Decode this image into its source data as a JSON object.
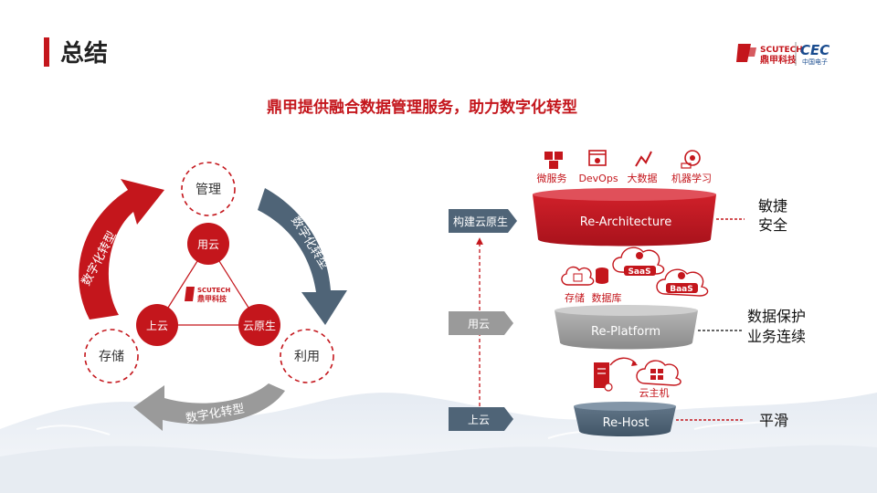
{
  "header": {
    "title": "总结",
    "logo_brand": "SCUTECH",
    "logo_cn": "鼎甲科技",
    "partner_logo": "CEC",
    "partner_cn": "中国电子",
    "accent_color": "#c4161c"
  },
  "subtitle": "鼎甲提供融合数据管理服务，助力数字化转型",
  "cycle": {
    "nodes": {
      "manage": "管理",
      "store": "存储",
      "use": "利用"
    },
    "arrows": {
      "left": "数字化转型",
      "right": "数字化转型",
      "bottom": "数字化转型"
    },
    "triangle": {
      "top": "用云",
      "left": "上云",
      "right": "云原生"
    },
    "center_logo": {
      "brand": "SCUTECH",
      "cn": "鼎甲科技"
    }
  },
  "stack": {
    "icons": [
      {
        "label": "微服务",
        "icon": "cubes-icon"
      },
      {
        "label": "DevOps",
        "icon": "devops-icon"
      },
      {
        "label": "大数据",
        "icon": "bigdata-chart-icon"
      },
      {
        "label": "机器学习",
        "icon": "machine-learning-gear-icon"
      }
    ],
    "levels": [
      {
        "left_label": "构建云原生",
        "title": "Re-Architecture",
        "right_lines": [
          "敏捷",
          "安全"
        ]
      },
      {
        "left_label": "用云",
        "title": "Re-Platform",
        "right_lines": [
          "数据保护",
          "业务连续"
        ]
      },
      {
        "left_label": "上云",
        "title": "Re-Host",
        "right_lines": [
          "平滑"
        ]
      }
    ],
    "mid_icons": {
      "storage": "存储",
      "database": "数据库",
      "saas": "SaaS",
      "baas": "BaaS"
    },
    "host_label": "云主机"
  },
  "colors": {
    "red": "#c4161c",
    "slate": "#4f6477",
    "gray": "#9a9a9a",
    "dark_red": "#a51218"
  }
}
